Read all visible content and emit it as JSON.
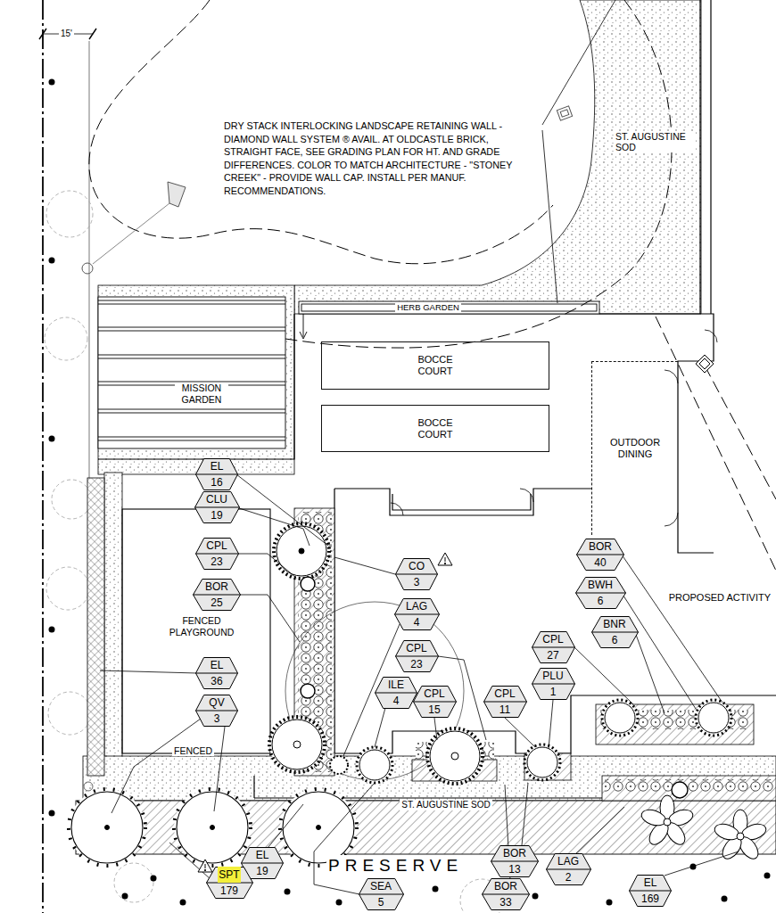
{
  "diagram": {
    "nodes": [
      {
        "text": [
          "BOCCE COURT"
        ]
      },
      {
        "text": [
          "BOCCE COURT"
        ]
      },
      {
        "text": [
          "OUTDOOR DINING"
        ]
      },
      {
        "text": [
          "EL",
          "16"
        ]
      },
      {
        "text": [
          "CLU",
          "19"
        ]
      },
      {
        "text": [
          "CPL",
          "23"
        ]
      },
      {
        "text": [
          "BOR",
          "40"
        ]
      },
      {
        "text": [
          "CO",
          "3"
        ]
      },
      {
        "text": [
          "BWH",
          "6"
        ]
      },
      {
        "text": [
          "BOR",
          "25"
        ]
      },
      {
        "text": [
          "LAG",
          "4"
        ]
      },
      {
        "text": [
          "BNR",
          "6"
        ]
      },
      {
        "text": [
          "CPL",
          "27"
        ]
      },
      {
        "text": [
          "CPL",
          "23"
        ]
      },
      {
        "text": [
          "EL",
          "36"
        ]
      },
      {
        "text": [
          "PLU",
          "1"
        ]
      },
      {
        "text": [
          "ILE",
          "4"
        ]
      },
      {
        "text": [
          "CPL",
          "15"
        ]
      },
      {
        "text": [
          "CPL",
          "11"
        ]
      },
      {
        "text": [
          "QV",
          "3"
        ]
      },
      {
        "text": [
          "BOR",
          "13"
        ]
      },
      {
        "text": [
          "EL",
          "19"
        ]
      },
      {
        "text": [
          "LAG",
          "2"
        ]
      },
      {
        "text": [
          "SPT",
          "179"
        ]
      },
      {
        "text": [
          "EL",
          "169"
        ]
      },
      {
        "text": [
          "SEA",
          "5"
        ]
      },
      {
        "text": [
          "BOR",
          "33"
        ]
      }
    ],
    "labels": [
      "DRY STACK INTERLOCKING LANDSCAPE RETAINING WALL - DIAMOND WALL SYSTEM ® AVAIL. AT OLDCASTLE BRICK, STRAIGHT FACE, SEE GRADING PLAN FOR HT. AND GRADE DIFFERENCES. COLOR TO MATCH ARCHITECTURE - \"STONEY CREEK\" - PROVIDE WALL CAP. INSTALL PER MANUF. RECOMMENDATIONS.",
      "ST. AUGUSTINE SOD",
      "HERB GARDEN",
      "MISSION GARDEN",
      "FENCED PLAYGROUND",
      "PROPOSED ACTIVITY",
      "FENCED",
      "ST. AUGUSTINE SOD",
      "PRESERVE",
      "15'"
    ]
  }
}
